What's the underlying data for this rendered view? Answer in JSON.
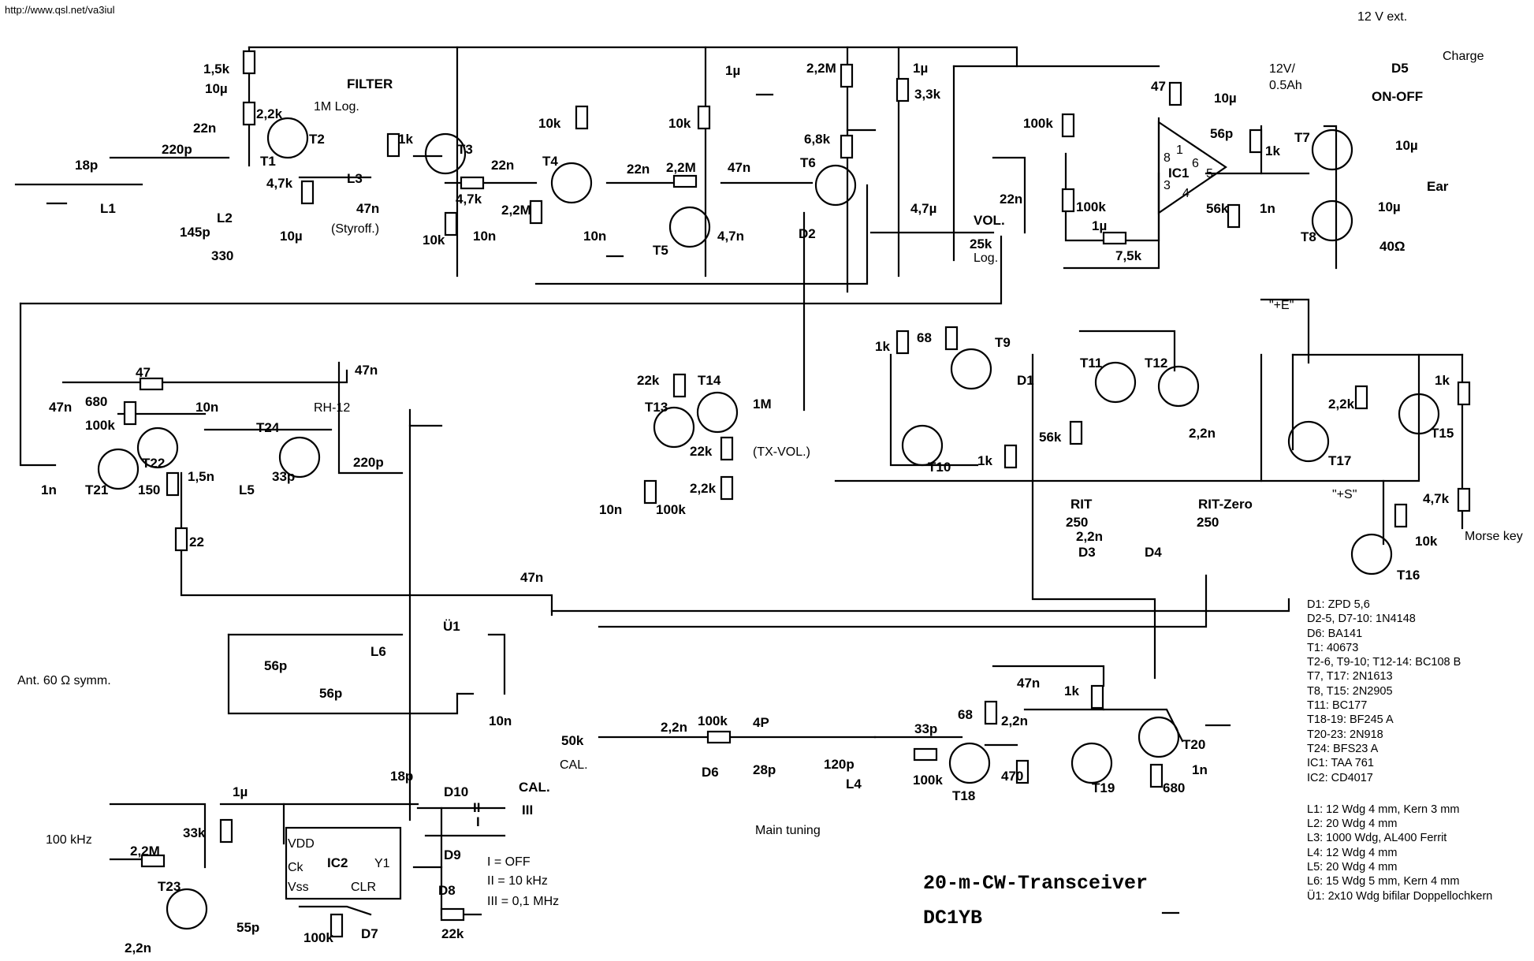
{
  "header": {
    "url": "http://www.qsl.net/va3iul"
  },
  "title": "20-m-CW-Transceiver",
  "author": "DC1YB",
  "legend": {
    "semiconductors": [
      "D1: ZPD 5,6",
      "D2-5, D7-10: 1N4148",
      "D6: BA141",
      "T1: 40673",
      "T2-6, T9-10; T12-14: BC108 B",
      "T7, T17: 2N1613",
      "T8, T15: 2N2905",
      "T11: BC177",
      "T18-19: BF245 A",
      "T20-23: 2N918",
      "T24: BFS23 A",
      "IC1: TAA 761",
      "IC2: CD4017"
    ],
    "coils": [
      "L1: 12 Wdg 4 mm, Kern 3 mm",
      "L2: 20 Wdg 4 mm",
      "L3: 1000 Wdg, AL400 Ferrit",
      "L4: 12 Wdg 4 mm",
      "L5: 20 Wdg 4 mm",
      "L6: 15 Wdg 5 mm, Kern 4 mm",
      "Ü1: 2x10 Wdg bifilar Doppellochkern"
    ]
  },
  "labels": {
    "filter": "FILTER",
    "one_m_log": "1M Log.",
    "styroflex": "(Styroff.)",
    "ext_12v": "12 V ext.",
    "charge": "Charge",
    "battery": "12V/",
    "battery2": "0.5Ah",
    "on_off": "ON-OFF",
    "ear": "Ear",
    "vol": "VOL.",
    "log": "Log.",
    "e_point": "\"+E\"",
    "s_point": "\"+S\"",
    "tx_vol": "(TX-VOL.)",
    "rit": "RIT",
    "rit_zero": "RIT-Zero",
    "morse_key": "Morse key",
    "antenna": "Ant. 60 Ω symm.",
    "cal_pot": "CAL.",
    "cal_switch": "CAL.",
    "main_tuning": "Main tuning",
    "relay": "RH-12",
    "xtal": "100 kHz",
    "sw1": "I = OFF",
    "sw2": "II = 10 kHz",
    "sw3": "III = 0,1 MHz",
    "sw_i": "I",
    "sw_ii": "II",
    "sw_iii": "III",
    "ic2": "IC2",
    "vdd": "VDD",
    "ck": "Ck",
    "vss": "Vss",
    "clr": "CLR",
    "y1": "Y1",
    "ic1": "IC1",
    "ic1_pins": [
      "8",
      "1",
      "6",
      "3",
      "5",
      "4"
    ]
  },
  "transistors": [
    "T1",
    "T2",
    "T3",
    "T4",
    "T5",
    "T6",
    "T7",
    "T8",
    "T9",
    "T10",
    "T11",
    "T12",
    "T13",
    "T14",
    "T15",
    "T16",
    "T17",
    "T18",
    "T19",
    "T20",
    "T21",
    "T22",
    "T23",
    "T24"
  ],
  "diodes": [
    "D1",
    "D2",
    "D3",
    "D4",
    "D5",
    "D6",
    "D7",
    "D8",
    "D9",
    "D10"
  ],
  "coil_refs": [
    "L1",
    "L2",
    "L3",
    "L4",
    "L5",
    "L6",
    "Ü1"
  ],
  "component_values": {
    "r_1_5k": "1,5k",
    "c_10u_a": "10µ",
    "r_2_2k_a": "2,2k",
    "c_22n_a": "22n",
    "c_220p": "220p",
    "c_18p_a": "18p",
    "c_145p": "145p",
    "r_330": "330",
    "r_4_7k_a": "4,7k",
    "c_10u_b": "10µ",
    "c_47n_a": "47n",
    "r_1k_a": "1k",
    "r_4_7k_b": "4,7k",
    "c_22n_b": "22n",
    "r_10k_a": "10k",
    "c_10n_a": "10n",
    "r_2_2m_a": "2,2M",
    "r_10k_b": "10k",
    "c_22n_c": "22n",
    "r_2_2m_b": "2,2M",
    "r_10k_c": "10k",
    "c_10n_b": "10n",
    "c_47n_b": "47n",
    "c_4_7n": "4,7n",
    "c_1u_a": "1µ",
    "r_2_2m_c": "2,2M",
    "r_6_8k": "6,8k",
    "c_1u_b": "1µ",
    "r_3_3k": "3,3k",
    "c_4_7u": "4,7µ",
    "c_22n_d": "22n",
    "pot_25k": "25k",
    "r_100k_a": "100k",
    "r_100k_b": "100k",
    "c_1u_c": "1µ",
    "r_7_5k": "7,5k",
    "r_47": "47",
    "c_10u_c": "10µ",
    "c_56p": "56p",
    "r_1k_b": "1k",
    "r_56k_a": "56k",
    "c_1n_a": "1n",
    "c_10u_d": "10µ",
    "c_10u_e": "10µ",
    "spk_40": "40Ω",
    "r_1k_c": "1k",
    "r_68": "68",
    "r_1k_d": "1k",
    "r_56k_b": "56k",
    "c_2_2n_a": "2,2n",
    "pot_250_a": "250",
    "c_2_2n_b": "2,2n",
    "pot_250_b": "250",
    "r_2_2k_b": "2,2k",
    "r_1k_e": "1k",
    "r_4_7k_c": "4,7k",
    "r_10k_d": "10k",
    "r_22k_a": "22k",
    "r_22k_b": "22k",
    "r_2_2k_c": "2,2k",
    "pot_1m": "1M",
    "c_10n_c": "10n",
    "r_100k_c": "100k",
    "r_47b": "47",
    "c_47n_c": "47n",
    "c_47n_d": "47n",
    "r_680_a": "680",
    "r_100k_d": "100k",
    "c_10n_d": "10n",
    "c_1n_b": "1n",
    "r_150": "150",
    "c_1_5n": "1,5n",
    "c_33p_a": "33p",
    "c_220p_b": "220p",
    "r_22": "22",
    "c_47n_e": "47n",
    "c_56p_a": "56p",
    "c_56p_b": "56p",
    "c_10n_e": "10n",
    "c_18p_b": "18p",
    "c_1u_d": "1µ",
    "r_33k": "33k",
    "r_2_2m_d": "2,2M",
    "c_55p": "55p",
    "c_2_2n_c": "2,2n",
    "r_100k_e": "100k",
    "r_22k_c": "22k",
    "pot_50k": "50k",
    "c_2_2n_d": "2,2n",
    "r_100k_f": "100k",
    "c_4p": "4P",
    "c_28p": "28p",
    "c_120p": "120p",
    "c_33p_b": "33p",
    "r_100k_g": "100k",
    "r_68b": "68",
    "c_47n_f": "47n",
    "c_2_2n_e": "2,2n",
    "r_1k_f": "1k",
    "r_470": "470",
    "r_680_b": "680",
    "c_1n_c": "1n"
  }
}
